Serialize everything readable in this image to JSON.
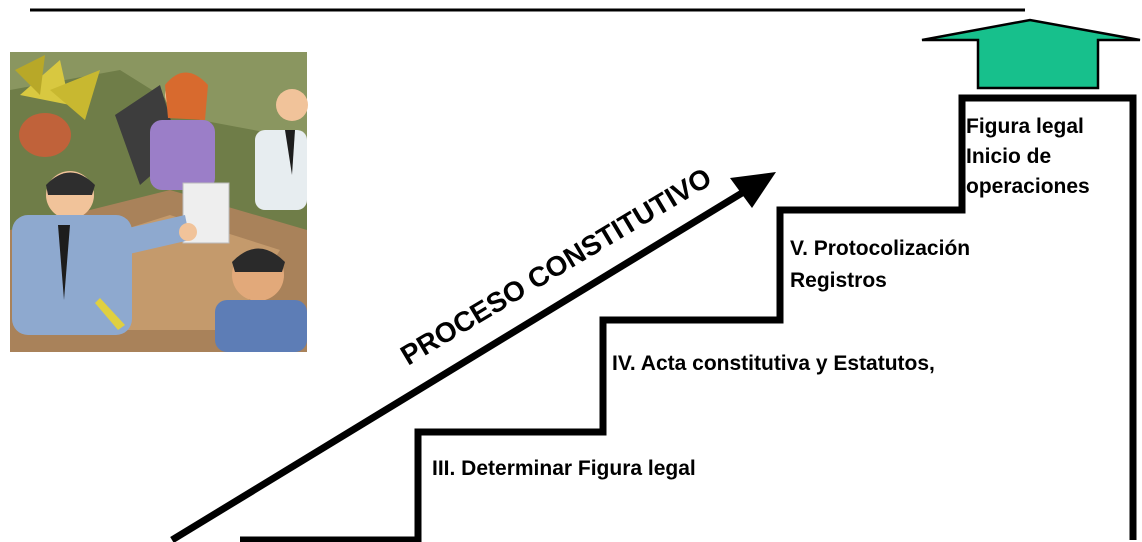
{
  "diagram": {
    "arrow_label": "PROCESO CONSTITUTIVO",
    "steps": [
      {
        "id": "step-3",
        "label": "III. Determinar Figura legal"
      },
      {
        "id": "step-4",
        "label": "IV. Acta constitutiva y Estatutos,"
      },
      {
        "id": "step-5",
        "lines": [
          "V. Protocolización",
          "Registros"
        ]
      },
      {
        "id": "step-top",
        "lines": [
          "Figura legal",
          "Inicio de",
          "operaciones"
        ]
      }
    ],
    "colors": {
      "up_arrow": "#17c08c",
      "line": "#000000"
    },
    "illustration": "business-meeting-clipart"
  }
}
